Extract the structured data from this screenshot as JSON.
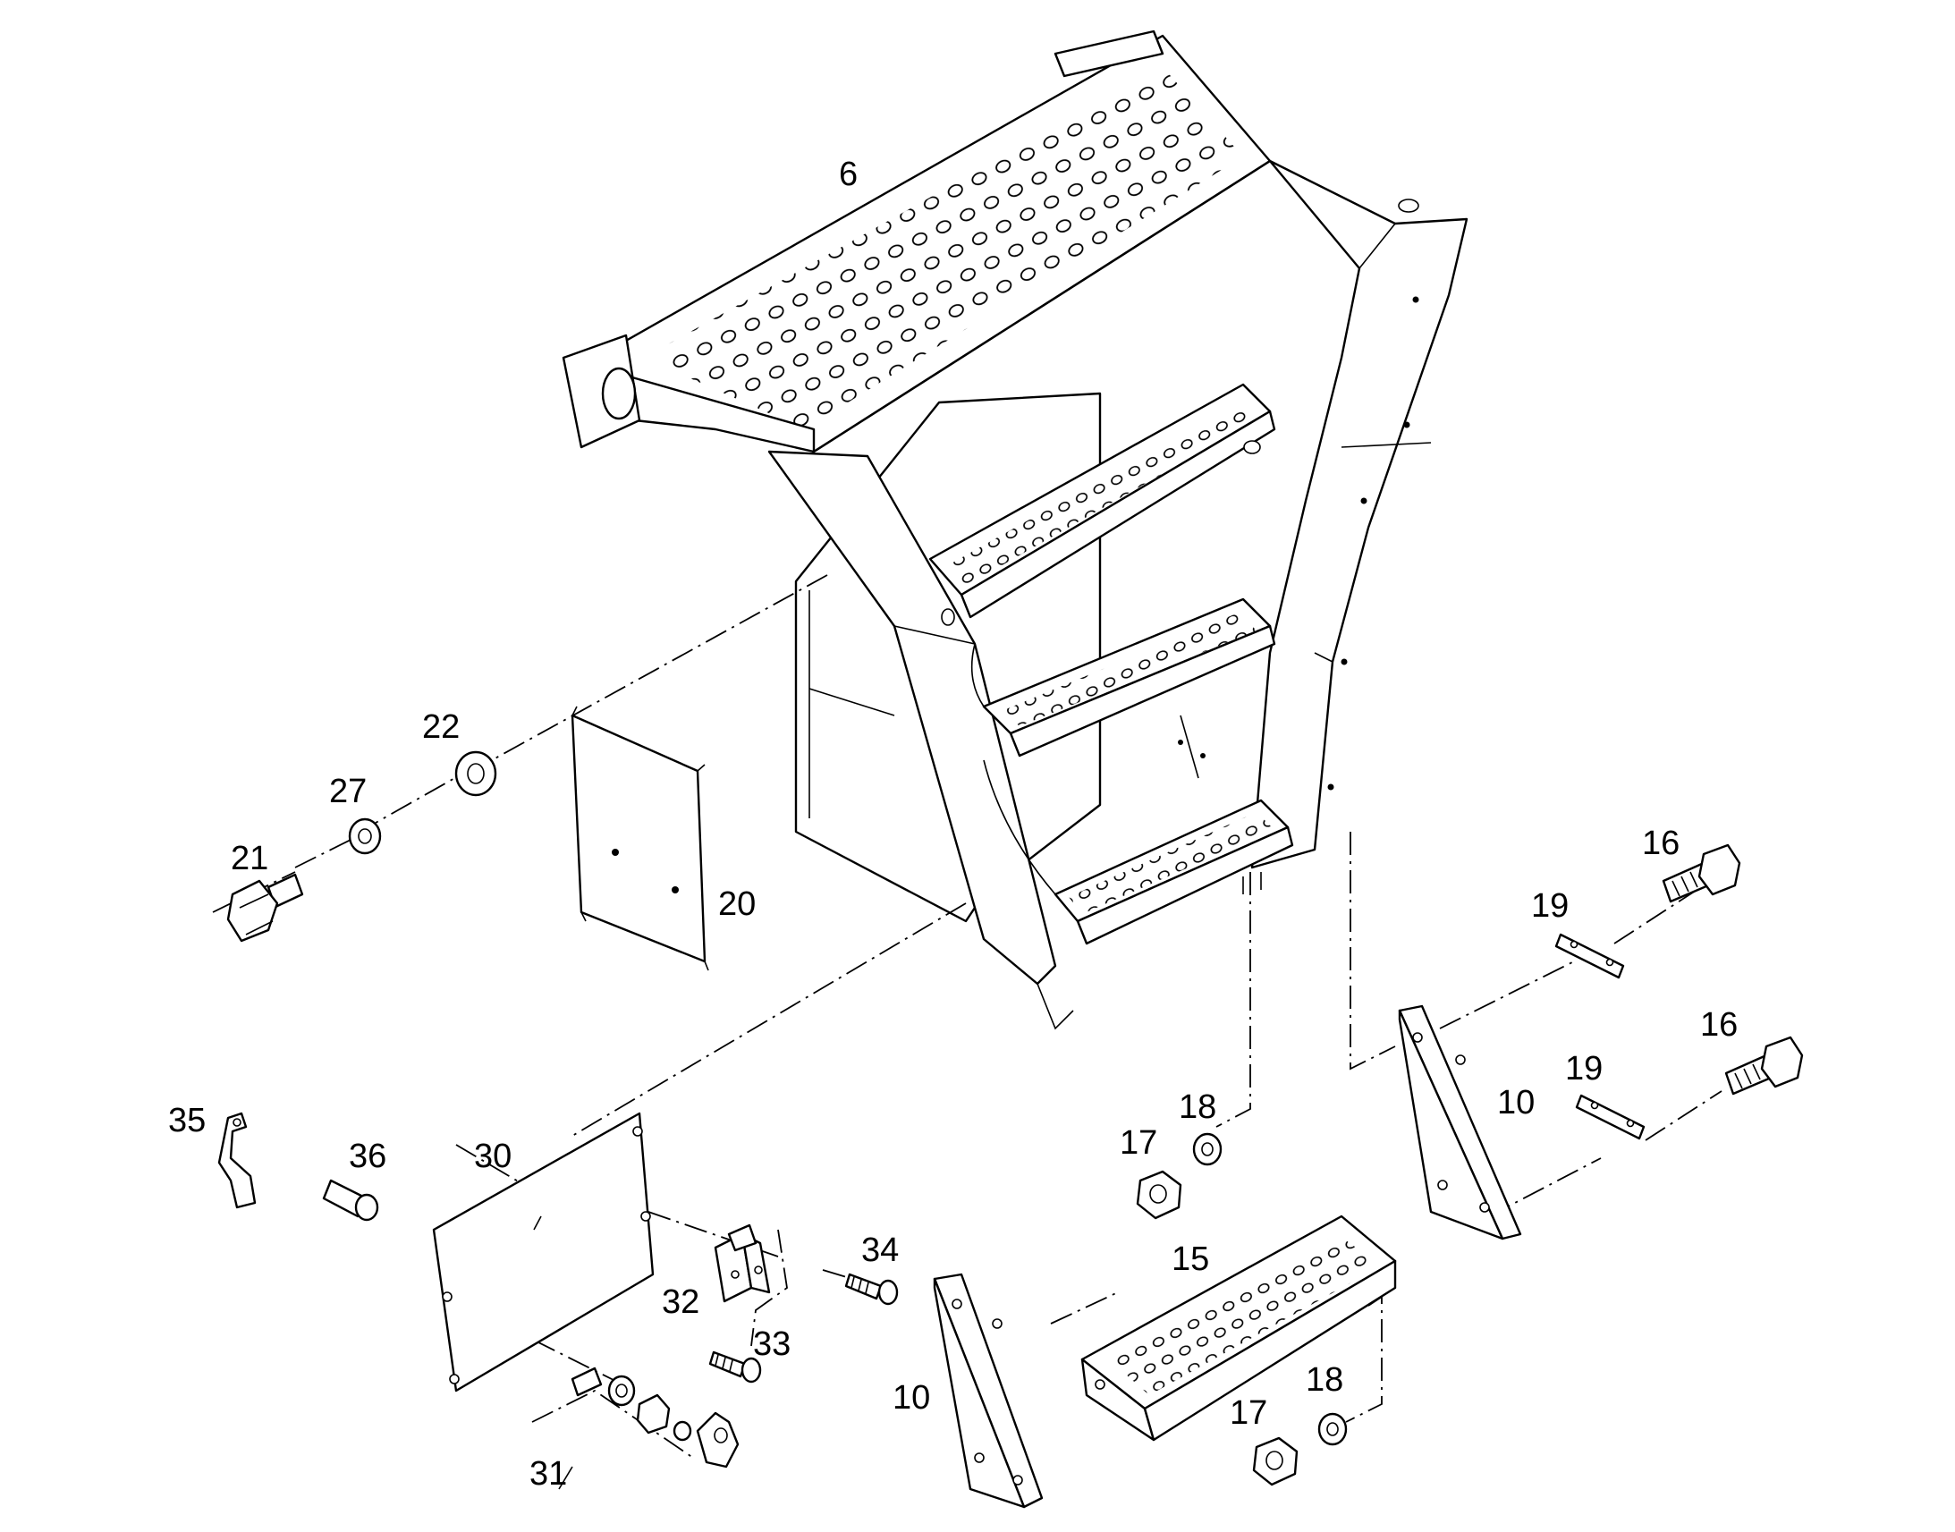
{
  "callouts": {
    "c6": "6",
    "c22": "22",
    "c27": "27",
    "c21": "21",
    "c20": "20",
    "c16a": "16",
    "c19a": "19",
    "c16b": "16",
    "c19b": "19",
    "c10a": "10",
    "c18a": "18",
    "c17a": "17",
    "c35": "35",
    "c36": "36",
    "c30": "30",
    "c34": "34",
    "c15": "15",
    "c32": "32",
    "c33": "33",
    "c10b": "10",
    "c18b": "18",
    "c17b": "17",
    "c31": "31"
  }
}
